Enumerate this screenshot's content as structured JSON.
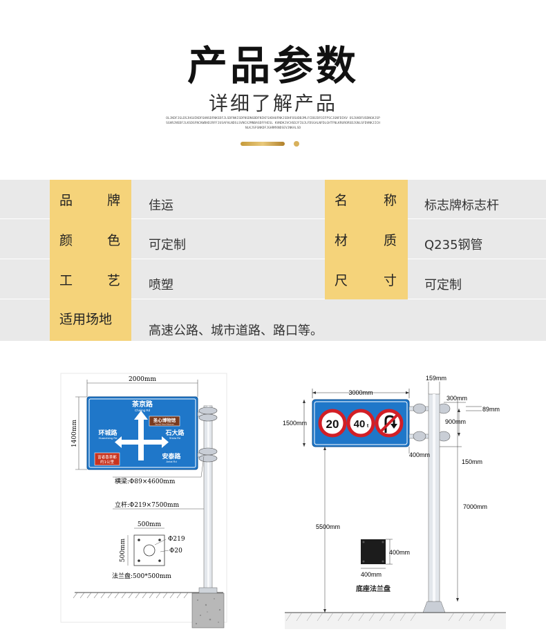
{
  "hero": {
    "title": "产品参数",
    "subtitle": "详细了解产品",
    "tiny_text": "OLJKDFJGLDSJHGUIKDFGHNSDFNKSDFJLSDFNKISDFNSDNGBDFNIKFSADHUFNKJSDHFOSUDBJMLFCDBJDFOIFPSCJGNFDIKV OSJUHDFUSDNGKJSPSGHRJNSDFJLKSDGFNCKWBHDJRFFJUSAFHLNDSLSVNCXJMNBASDFFHESL KVNDKJVCHSDJFIUJLFDSGALNFDLGHTFNLKRURORSDJGNLSFDVNKJICHNLKJSFGNKDFJGHRMXNDSEVJNKALSD"
  },
  "params": {
    "rows": [
      {
        "label1": "品牌",
        "value1": "佳运",
        "label2": "名称",
        "value2": "标志牌标志杆"
      },
      {
        "label1": "颜色",
        "value1": "可定制",
        "label2": "材质",
        "value2": "Q235钢管"
      },
      {
        "label1": "工艺",
        "value1": "喷塑",
        "label2": "尺寸",
        "value2": "可定制"
      },
      {
        "label1": "适用场地",
        "value1": "高速公路、城市道路、路口等。"
      }
    ]
  },
  "left_diagram": {
    "width_dim": "2000mm",
    "height_dim": "1400mm",
    "sign": {
      "top_cn": "茶京路",
      "top_en": "Chajing Rd",
      "landmark": "圣心博物馆",
      "landmark_en": "Sacred Heart Museum",
      "left_cn": "环城路",
      "left_en": "Huancheng Rd",
      "right_cn": "石大路",
      "right_en": "Shida Rd",
      "bottom_cn": "安泰路",
      "bottom_en": "Antai Rd",
      "notice_line1": "富者香茶都",
      "notice_line2": "约1公里"
    },
    "beam_label": "横梁:Φ89×4600mm",
    "pole_label": "立杆:Φ219×7500mm",
    "flange_width": "500mm",
    "flange_height": "500mm",
    "flange_phi1": "Φ219",
    "flange_phi2": "Φ20",
    "flange_label": "法兰盘:500*500mm"
  },
  "right_diagram": {
    "width_dim": "3000mm",
    "height_dim": "1500mm",
    "pole_dia": "159mm",
    "arm_len": "300mm",
    "arm_dia": "89mm",
    "arm_gap": "900mm",
    "offset1": "400mm",
    "offset2": "150mm",
    "pole_height": "7000mm",
    "clear_height": "5500mm",
    "base_side": "400mm",
    "base_bottom": "400mm",
    "base_label": "底座法兰盘",
    "sign_values": [
      "20",
      "40",
      "t"
    ]
  },
  "colors": {
    "accent_gold": "#f5d37a",
    "table_bg": "#e9e9e9",
    "sign_blue": "#1f77c9"
  }
}
